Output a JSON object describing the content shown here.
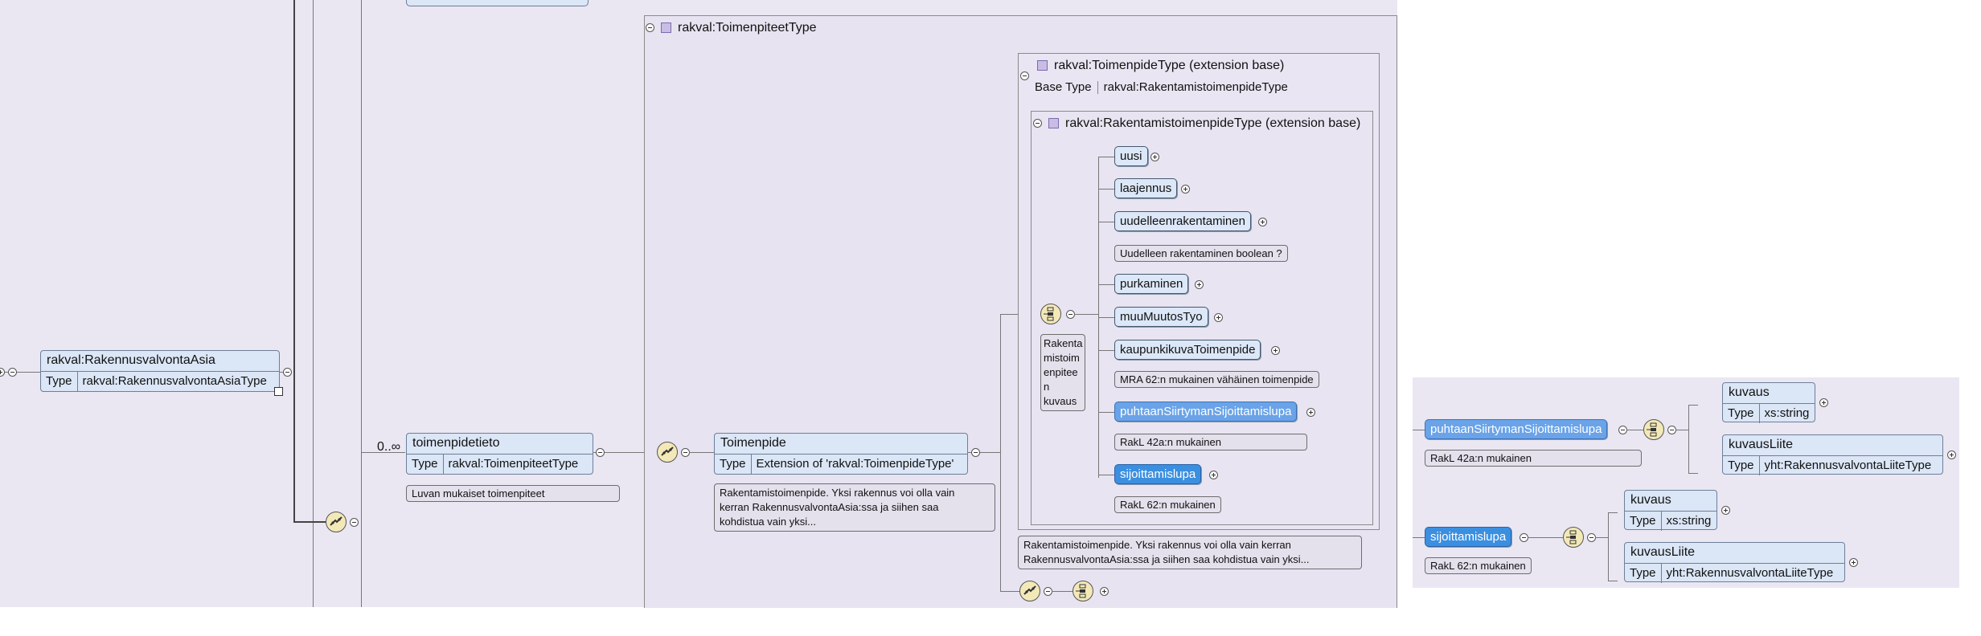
{
  "root": {
    "name": "rakval:RakennusvalvontaAsia",
    "type_label": "Type",
    "type_value": "rakval:RakennusvalvontaAsiaType"
  },
  "toimenpidetieto": {
    "occurs": "0..∞",
    "name": "toimenpidetieto",
    "type_label": "Type",
    "type_value": "rakval:ToimenpiteetType",
    "note": "Luvan mukaiset toimenpiteet"
  },
  "toimenpiteet_group": {
    "title": "rakval:ToimenpiteetType"
  },
  "toimenpide": {
    "name": "Toimenpide",
    "type_label": "Type",
    "type_value": "Extension of 'rakval:ToimenpideType'",
    "note_lines": [
      "Rakentamistoimenpide. Yksi rakennus voi olla vain",
      "kerran RakennusvalvontaAsia:ssa ja siihen saa",
      "kohdistua vain yksi..."
    ]
  },
  "toimenpidetype_group": {
    "title": "rakval:ToimenpideType (extension base)",
    "base_label": "Base Type",
    "base_value": "rakval:RakentamistoimenpideType"
  },
  "rakentamis_group": {
    "title": "rakval:RakentamistoimenpideType (extension base)"
  },
  "choice_note_lines": [
    "Rakenta",
    "mistoim",
    "enpitee",
    "n",
    "kuvaus"
  ],
  "choices": [
    {
      "label": "uusi"
    },
    {
      "label": "laajennus"
    },
    {
      "label": "uudelleenrakentaminen",
      "note": "Uudelleen rakentaminen boolean ?"
    },
    {
      "label": "purkaminen"
    },
    {
      "label": "muuMuutosTyo"
    },
    {
      "label": "kaupunkikuvaToimenpide",
      "note": "MRA 62:n mukainen vähäinen toimenpide"
    },
    {
      "label": "puhtaanSiirtymanSijoittamislupa",
      "note": "RakL 42a:n mukainen"
    },
    {
      "label": "sijoittamislupa",
      "note": "RakL 62:n mukainen"
    }
  ],
  "toimenpidetype_note_lines": [
    "Rakentamistoimenpide. Yksi rakennus voi olla vain kerran",
    "RakennusvalvontaAsia:ssa ja siihen saa kohdistua vain yksi..."
  ],
  "detail": {
    "puhtaan": {
      "label": "puhtaanSiirtymanSijoittamislupa",
      "note": "RakL 42a:n mukainen",
      "children": [
        {
          "name": "kuvaus",
          "type_label": "Type",
          "type_value": "xs:string"
        },
        {
          "name": "kuvausLiite",
          "type_label": "Type",
          "type_value": "yht:RakennusvalvontaLiiteType"
        }
      ]
    },
    "sijoit": {
      "label": "sijoittamislupa",
      "note": "RakL 62:n mukainen",
      "children": [
        {
          "name": "kuvaus",
          "type_label": "Type",
          "type_value": "xs:string"
        },
        {
          "name": "kuvausLiite",
          "type_label": "Type",
          "type_value": "yht:RakennusvalvontaLiiteType"
        }
      ]
    }
  },
  "colors": {
    "canvas": "#eae7f3",
    "element_fill": "#dbe6f6",
    "selected": "#6aa3e8",
    "selected_dark": "#3b8fe0"
  },
  "icons": [
    "sequence-icon",
    "choice-icon",
    "collapse-icon",
    "expand-icon",
    "group-icon"
  ]
}
